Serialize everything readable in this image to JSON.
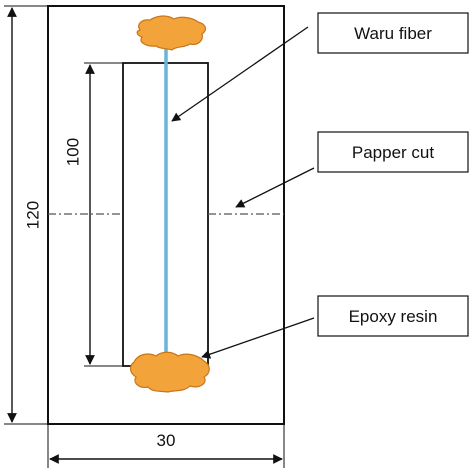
{
  "dimensions": {
    "total_height": "120",
    "gauge_length": "100",
    "width": "30"
  },
  "labels": {
    "fiber": "Waru fiber",
    "paper_cut": "Papper cut",
    "resin": "Epoxy resin"
  },
  "colors": {
    "fiber": "#6ab4d8",
    "resin": "#f2a33a",
    "resin_outline": "#c9761a",
    "line": "#111111",
    "centerline": "#555555"
  }
}
